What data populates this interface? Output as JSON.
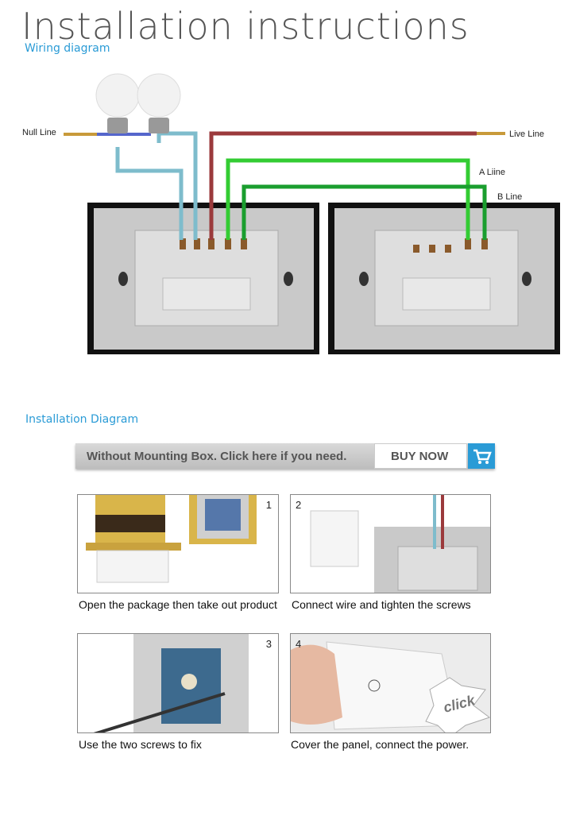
{
  "header": {
    "title": "Installation instructions",
    "wiring_subtitle": "Wiring diagram",
    "install_subtitle": "Installation Diagram"
  },
  "wiring": {
    "null_line": "Null Line",
    "live_line": "Live Line",
    "a_line": "A Liine",
    "b_line": "B Line",
    "colors": {
      "live": "#9b3a3c",
      "neutral": "#7ebccc",
      "a": "#33cc33",
      "b": "#1a9e2e",
      "plate": "#111111",
      "back": "#c9c9c9"
    }
  },
  "banner": {
    "text": "Without Mounting Box. Click here if you need.",
    "buy_label": "BUY NOW",
    "cart_icon": "shopping-cart-icon"
  },
  "steps": [
    {
      "number": "1",
      "caption": "Open the package then take out product"
    },
    {
      "number": "2",
      "caption": "Connect wire and tighten the screws"
    },
    {
      "number": "3",
      "caption": "Use the two screws to fix"
    },
    {
      "number": "4",
      "caption": "Cover the panel, connect the power.",
      "click_text": "click"
    }
  ]
}
